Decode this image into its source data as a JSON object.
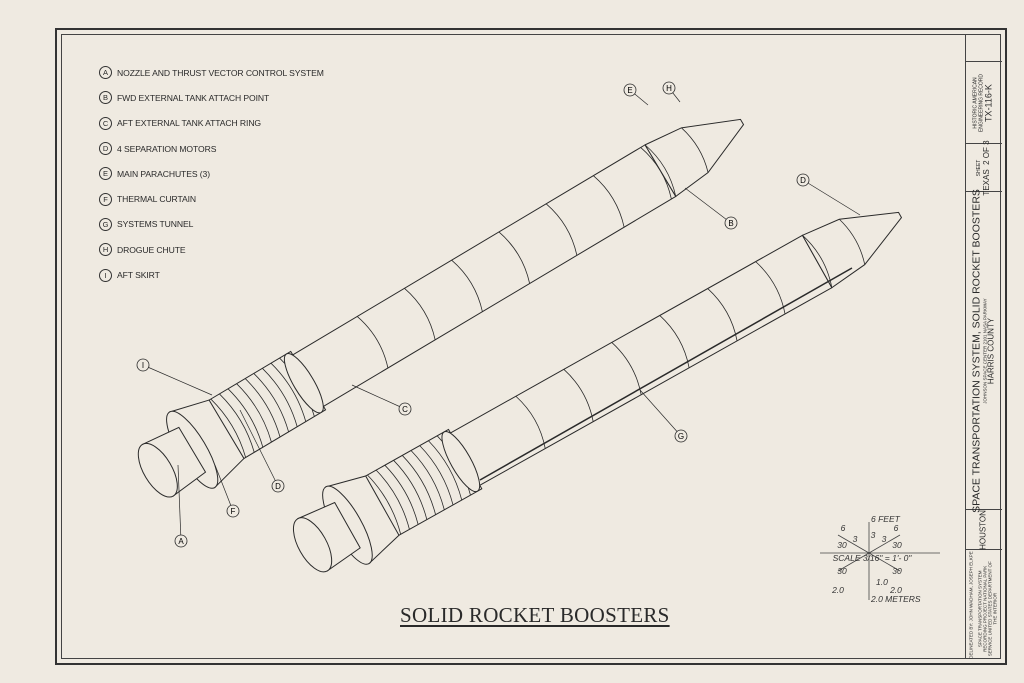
{
  "legend": [
    {
      "letter": "A",
      "label": "NOZZLE AND THRUST VECTOR CONTROL SYSTEM"
    },
    {
      "letter": "B",
      "label": "FWD EXTERNAL TANK ATTACH POINT"
    },
    {
      "letter": "C",
      "label": "AFT EXTERNAL TANK ATTACH RING"
    },
    {
      "letter": "D",
      "label": "4 SEPARATION MOTORS"
    },
    {
      "letter": "E",
      "label": "MAIN PARACHUTES (3)"
    },
    {
      "letter": "F",
      "label": "THERMAL CURTAIN"
    },
    {
      "letter": "G",
      "label": "SYSTEMS TUNNEL"
    },
    {
      "letter": "H",
      "label": "DROGUE CHUTE"
    },
    {
      "letter": "I",
      "label": "AFT SKIRT"
    }
  ],
  "sheet_title": "SOLID ROCKET BOOSTERS",
  "scale": {
    "feet_label": "6 FEET",
    "meters_label": "2.0 METERS",
    "scale_text": "SCALE  3/16\" = 1'- 0\"",
    "feet_ticks": [
      "6",
      "3",
      "3",
      "3",
      "6"
    ],
    "angle": "30",
    "meter_ticks": [
      "2.0",
      "1.0",
      "2.0"
    ]
  },
  "title_block": {
    "haer_label": "HISTORIC AMERICAN ENGINEERING RECORD",
    "haer_number": "TX-116-K",
    "sheet_label": "SHEET",
    "sheet_number": "2 OF 3",
    "state": "TEXAS",
    "project_title": "SPACE TRANSPORTATION SYSTEM, SOLID ROCKET BOOSTERS",
    "subtitle": "JOHNSON SPACE CENTER  2101 NASA PARKWAY",
    "county": "HARRIS COUNTY",
    "city": "HOUSTON",
    "delineated": "DELINEATED BY:  JOHN WADHAM, JOSEPH ELKPE",
    "agency": "SPACE TRANSPORTATION SYSTEM RECORDING PROJECT  NATIONAL PARK SERVICE  UNITED STATES DEPARTMENT OF THE INTERIOR"
  },
  "colors": {
    "paper": "#efeae1",
    "ink": "#2a2a2a"
  }
}
